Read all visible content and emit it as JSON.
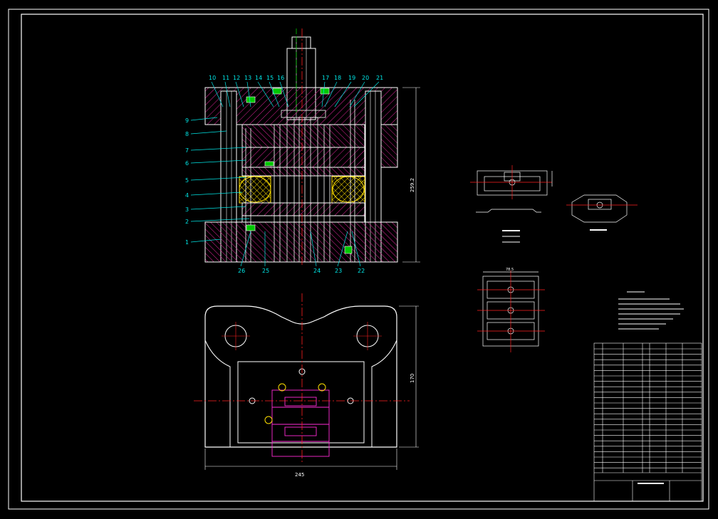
{
  "colors": {
    "background": "#000000",
    "outline": "#ffffff",
    "hatch": "#e0249a",
    "centerline": "#ff2020",
    "leader": "#00e5e5",
    "strip": "#ff2bd6",
    "spring": "#ffe000",
    "accent_green": "#00c800"
  },
  "part_numbers_top": [
    "10",
    "11",
    "12",
    "13",
    "14",
    "15",
    "16",
    "17",
    "18",
    "19",
    "20",
    "21"
  ],
  "part_numbers_left": [
    "9",
    "8",
    "7",
    "6",
    "5",
    "4",
    "3",
    "2",
    "1"
  ],
  "part_numbers_bottom": [
    "26",
    "25",
    "24",
    "23",
    "22"
  ],
  "dims": {
    "section_height": "259.2",
    "plan_height": "170",
    "plan_width": "245",
    "strip_width": "78.5"
  }
}
